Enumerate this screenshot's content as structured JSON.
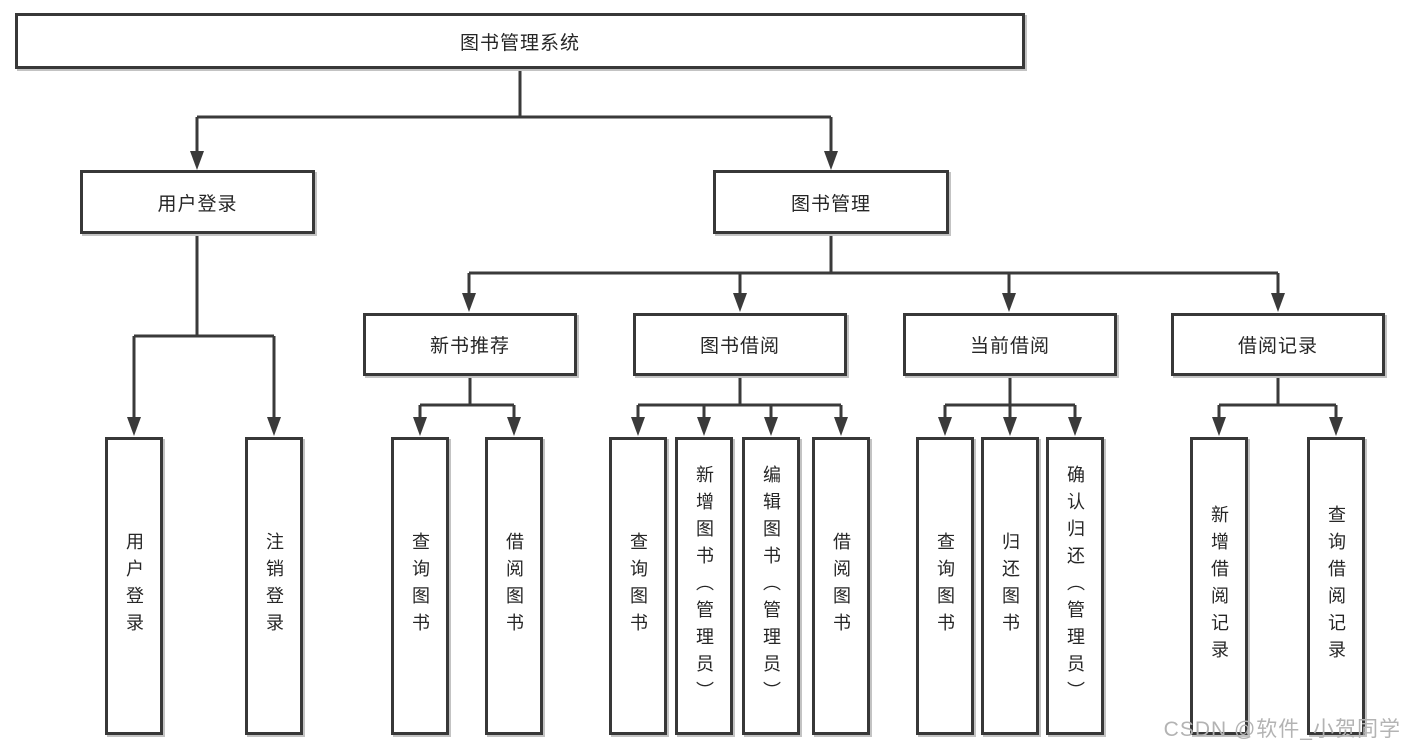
{
  "watermark": "CSDN @软件_小贺同学",
  "colors": {
    "line": "#3a3a3a",
    "box_border": "#383838",
    "box_background": "#ffffff",
    "text": "#262626",
    "watermark": "#b3b3b3"
  },
  "tree": {
    "root": "图书管理系统",
    "user": {
      "label": "用户登录",
      "children": [
        "用户登录",
        "注销登录"
      ]
    },
    "book": {
      "label": "图书管理",
      "sections": [
        {
          "label": "新书推荐",
          "children": [
            "查询图书",
            "借阅图书"
          ]
        },
        {
          "label": "图书借阅",
          "children": [
            "查询图书",
            "新增图书（管理员）",
            "编辑图书（管理员）",
            "借阅图书"
          ]
        },
        {
          "label": "当前借阅",
          "children": [
            "查询图书",
            "归还图书",
            "确认归还（管理员）"
          ]
        },
        {
          "label": "借阅记录",
          "children": [
            "新增借阅记录",
            "查询借阅记录"
          ]
        }
      ]
    }
  }
}
